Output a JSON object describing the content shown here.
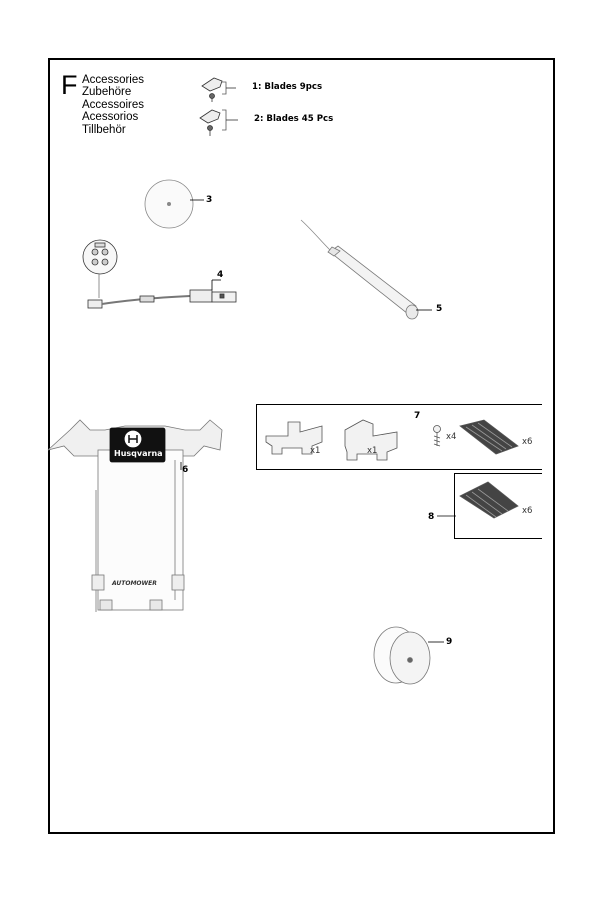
{
  "header": {
    "section_letter": "F",
    "titles": [
      "Accessories",
      "Zubehöre",
      "Accessoires",
      "Acessorios",
      "Tillbehör"
    ]
  },
  "blades": [
    {
      "label": "1: Blades 9pcs"
    },
    {
      "label": "2: Blades 45 Pcs"
    }
  ],
  "parts": {
    "p3": "3",
    "p4": "4",
    "p5": "5",
    "p6": "6",
    "p7": "7",
    "p8": "8",
    "p9": "9"
  },
  "quantities": {
    "bracket_left": "x1",
    "bracket_right": "x1",
    "screw": "x4",
    "skid_plate_7": "x6",
    "skid_plate_8": "x6"
  },
  "logo": {
    "brand": "Husqvarna",
    "product": "AUTOMOWER"
  }
}
